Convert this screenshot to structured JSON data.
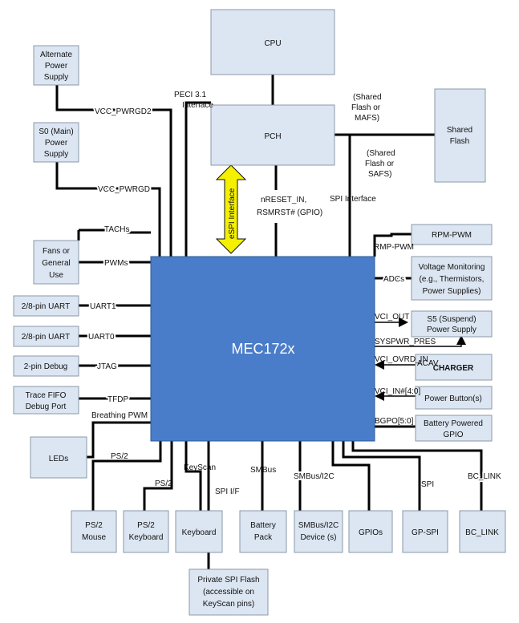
{
  "blocks": {
    "cpu": "CPU",
    "pch": "PCH",
    "shared_flash": [
      "Shared",
      "Flash"
    ],
    "alt_power": [
      "Alternate",
      "Power",
      "Supply"
    ],
    "main_power": [
      "S0 (Main)",
      "Power",
      "Supply"
    ],
    "fans": [
      "Fans or",
      "General",
      "Use"
    ],
    "uart1_dev": "2/8-pin UART",
    "uart0_dev": "2/8-pin UART",
    "debug2": "2-pin Debug",
    "trace": [
      "Trace FIFO",
      "Debug Port"
    ],
    "leds": "LEDs",
    "ps2_mouse": [
      "PS/2",
      "Mouse"
    ],
    "ps2_keyboard": [
      "PS/2",
      "Keyboard"
    ],
    "keyboard": "Keyboard",
    "battery": [
      "Battery",
      "Pack"
    ],
    "smbus_dev": [
      "SMBus/I2C",
      "Device (s)"
    ],
    "gpios": "GPIOs",
    "gpspi": "GP-SPI",
    "bclink": "BC_LINK",
    "private_flash": [
      "Private SPI Flash",
      "(accessible on",
      "KeyScan pins)"
    ],
    "rpm_pwm": "RPM-PWM",
    "voltage_mon": [
      "Voltage Monitoring",
      "(e.g., Thermistors,",
      "Power Supplies)"
    ],
    "s5_supply": [
      "S5 (Suspend)",
      "Power Supply"
    ],
    "charger": "CHARGER",
    "power_button": "Power Button(s)",
    "battery_gpio": [
      "Battery Powered",
      "GPIO"
    ],
    "chip": "MEC172x"
  },
  "signals": {
    "peci": [
      "PECI 3.1",
      "Interface"
    ],
    "shared_mafs": [
      "(Shared",
      "Flash or",
      "MAFS)"
    ],
    "shared_safs": [
      "(Shared",
      "Flash or",
      "SAFS)"
    ],
    "espi": "eSPI Interface",
    "nreset": [
      "nRESET_IN,",
      "RSMRST# (GPIO)"
    ],
    "spi_interface": "SPI Interface",
    "vcc_pwrgd2": "VCC_PWRGD2",
    "vcc_pwrgd": "VCC_PWRGD",
    "tachs": "TACHs",
    "pwms": "PWMs",
    "uart1": "UART1",
    "uart0": "UART0",
    "jtag": "JTAG",
    "tfdp": "TFDP",
    "breathing": "Breathing PWM",
    "ps2_a": "PS/2",
    "ps2_b": "PS/2",
    "keyscan": "KeyScan",
    "spi_if": "SPI I/F",
    "smbus": "SMBus",
    "smbus_i2c": "SMBus/I2C",
    "spi": "SPI",
    "bc_link": "BC_LINK",
    "rmp_pwm": "RMP-PWM",
    "adcs": "ADCs",
    "vci_out": "VCI_OUT",
    "sysprw_pres": "SYSPWR_PRES",
    "vci_ovrd_in": "VCI_OVRD_IN",
    "acav": "ACAV",
    "vci_in": "VCI_IN#[4:0]",
    "bgpo": "BGPO[5:0]"
  },
  "colors": {
    "chip_fill": "#4a7dc9",
    "block_fill": "#dce6f2",
    "espi_arrow": "#f5f000"
  }
}
